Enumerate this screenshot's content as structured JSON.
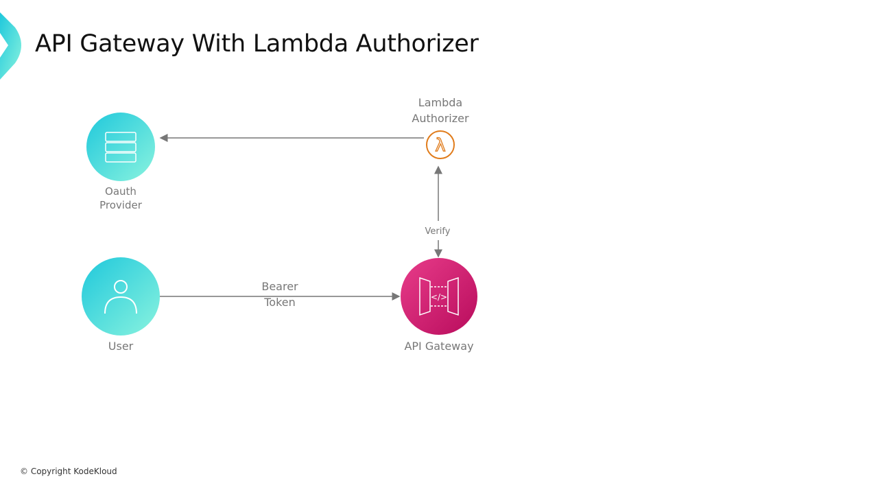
{
  "title": "API Gateway With Lambda Authorizer",
  "nodes": {
    "oauth": {
      "line1": "Oauth",
      "line2": "Provider"
    },
    "lambda": {
      "line1": "Lambda",
      "line2": "Authorizer"
    },
    "user": {
      "label": "User"
    },
    "gateway": {
      "label": "API Gateway"
    }
  },
  "edges": {
    "bearer": {
      "line1": "Bearer",
      "line2": "Token"
    },
    "verify": "Verify"
  },
  "copyright": "© Copyright KodeKloud",
  "colors": {
    "teal_start": "#1fc8dc",
    "teal_end": "#7ef0e0",
    "gateway": "#d6156f",
    "lambda": "#e07b1a"
  }
}
